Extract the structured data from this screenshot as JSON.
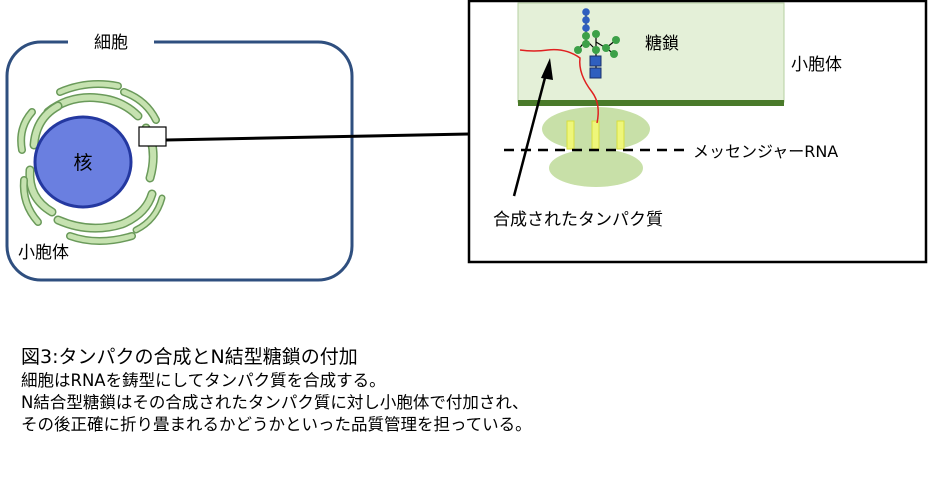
{
  "diagram": {
    "cell_label": "細胞",
    "nucleus_label": "核",
    "er_label_cell": "小胞体",
    "er_label_zoom": "小胞体",
    "glycan_label": "糖鎖",
    "mrna_label": "メッセンジャーRNA",
    "protein_label": "合成されたタンパク質"
  },
  "caption": {
    "title": "図3:タンパクの合成とN結型糖鎖の付加",
    "lines": [
      "細胞はRNAを鋳型にしてタンパク質を合成する。",
      "N結合型糖鎖はその合成されたタンパク質に対し小胞体で付加され、",
      "その後正確に折り畳まれるかどうかといった品質管理を担っている。"
    ]
  },
  "colors": {
    "cell_border": "#2f4f7f",
    "nucleus_fill": "#6a7fe0",
    "nucleus_border": "#2438a0",
    "er_fill": "#b8d8a0",
    "er_border": "#5a8a4a",
    "er_lumen_fill": "#e4f0d8",
    "membrane": "#4a7a2a",
    "ribosome_fill": "#c8e0a8",
    "trna_fill": "#eef67a",
    "glycan_blue": "#2f5fbf",
    "glycan_green": "#3ca048",
    "peptide_red": "#e02020"
  }
}
